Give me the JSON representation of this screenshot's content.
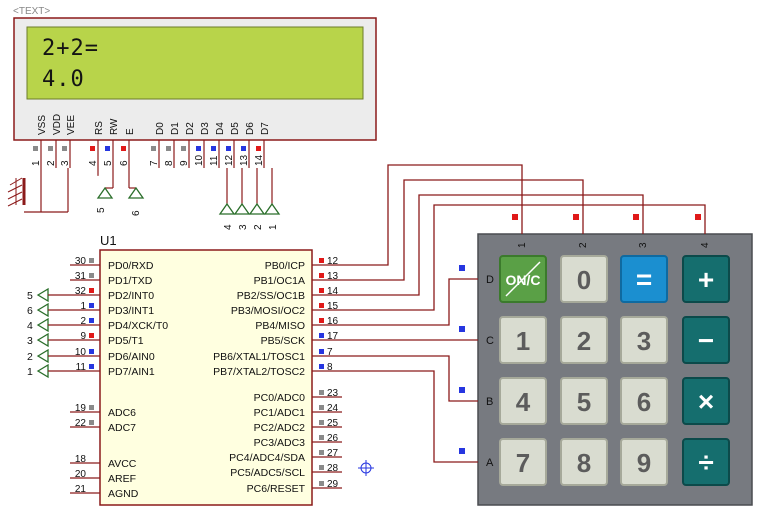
{
  "text_marker": "<TEXT>",
  "lcd": {
    "line1": "2+2=",
    "line2": "4.0",
    "pins": [
      "VSS",
      "VDD",
      "VEE",
      "RS",
      "RW",
      "E",
      "D0",
      "D1",
      "D2",
      "D3",
      "D4",
      "D5",
      "D6",
      "D7"
    ],
    "pin_numbers": [
      "1",
      "2",
      "3",
      "4",
      "5",
      "6",
      "7",
      "8",
      "9",
      "10",
      "11",
      "12",
      "13",
      "14"
    ],
    "pin_states": [
      "gray",
      "gray",
      "gray",
      "red",
      "blue",
      "red",
      "gray",
      "gray",
      "gray",
      "blue",
      "blue",
      "blue",
      "blue",
      "red"
    ],
    "bus_labels": {
      "rw": "5",
      "e": "6",
      "data": [
        "4",
        "3",
        "2",
        "1"
      ]
    }
  },
  "mcu": {
    "name": "U1",
    "left_pins": [
      {
        "label": "PD0/RXD",
        "num": "30",
        "state": "gray"
      },
      {
        "label": "PD1/TXD",
        "num": "31",
        "state": "gray"
      },
      {
        "label": "PD2/INT0",
        "num": "32",
        "state": "red"
      },
      {
        "label": "PD3/INT1",
        "num": "1",
        "state": "blue"
      },
      {
        "label": "PD4/XCK/T0",
        "num": "2",
        "state": "blue"
      },
      {
        "label": "PD5/T1",
        "num": "9",
        "state": "red"
      },
      {
        "label": "PD6/AIN0",
        "num": "10",
        "state": "blue"
      },
      {
        "label": "PD7/AIN1",
        "num": "11",
        "state": "blue"
      },
      {
        "label": "ADC6",
        "num": "19",
        "state": "gray"
      },
      {
        "label": "ADC7",
        "num": "22",
        "state": "gray"
      },
      {
        "label": "AVCC",
        "num": "18",
        "state": "none"
      },
      {
        "label": "AREF",
        "num": "20",
        "state": "none"
      },
      {
        "label": "AGND",
        "num": "21",
        "state": "none"
      }
    ],
    "right_pins": [
      {
        "label": "PB0/ICP",
        "num": "12",
        "state": "red"
      },
      {
        "label": "PB1/OC1A",
        "num": "13",
        "state": "red"
      },
      {
        "label": "PB2/SS/OC1B",
        "num": "14",
        "state": "red"
      },
      {
        "label": "PB3/MOSI/OC2",
        "num": "15",
        "state": "red"
      },
      {
        "label": "PB4/MISO",
        "num": "16",
        "state": "red"
      },
      {
        "label": "PB5/SCK",
        "num": "17",
        "state": "blue"
      },
      {
        "label": "PB6/XTAL1/TOSC1",
        "num": "7",
        "state": "blue"
      },
      {
        "label": "PB7/XTAL2/TOSC2",
        "num": "8",
        "state": "blue"
      },
      {
        "label": "PC0/ADC0",
        "num": "23",
        "state": "gray"
      },
      {
        "label": "PC1/ADC1",
        "num": "24",
        "state": "gray"
      },
      {
        "label": "PC2/ADC2",
        "num": "25",
        "state": "gray"
      },
      {
        "label": "PC3/ADC3",
        "num": "26",
        "state": "gray"
      },
      {
        "label": "PC4/ADC4/SDA",
        "num": "27",
        "state": "gray"
      },
      {
        "label": "PC5/ADC5/SCL",
        "num": "28",
        "state": "gray"
      },
      {
        "label": "PC6/RESET",
        "num": "29",
        "state": "gray"
      }
    ],
    "left_bus_labels": [
      "5",
      "6",
      "4",
      "3",
      "2",
      "1"
    ]
  },
  "keypad": {
    "col_labels": [
      "1",
      "2",
      "3",
      "4"
    ],
    "row_labels": [
      "D",
      "C",
      "B",
      "A"
    ],
    "rows": [
      [
        {
          "label": "ON/C",
          "style": "green"
        },
        {
          "label": "0",
          "style": "gray"
        },
        {
          "label": "=",
          "style": "blue"
        },
        {
          "label": "+",
          "style": "teal"
        }
      ],
      [
        {
          "label": "1",
          "style": "gray"
        },
        {
          "label": "2",
          "style": "gray"
        },
        {
          "label": "3",
          "style": "gray"
        },
        {
          "label": "−",
          "style": "teal"
        }
      ],
      [
        {
          "label": "4",
          "style": "gray"
        },
        {
          "label": "5",
          "style": "gray"
        },
        {
          "label": "6",
          "style": "gray"
        },
        {
          "label": "×",
          "style": "teal"
        }
      ],
      [
        {
          "label": "7",
          "style": "gray"
        },
        {
          "label": "8",
          "style": "gray"
        },
        {
          "label": "9",
          "style": "gray"
        },
        {
          "label": "÷",
          "style": "teal"
        }
      ]
    ]
  },
  "colors": {
    "wire": "#8b1a1a",
    "pin_red": "#e01919",
    "pin_blue": "#2636e0",
    "pin_gray": "#8a8a8a",
    "lcd_screen": "#b8d44a",
    "lcd_frame": "#ececec",
    "body_fill": "#ffffe0",
    "green_key": "#5aa046",
    "blue_key": "#1b8fd0",
    "teal_key": "#156e6e",
    "gray_key": "#d9dcd0",
    "keypad_body": "#777a80"
  }
}
